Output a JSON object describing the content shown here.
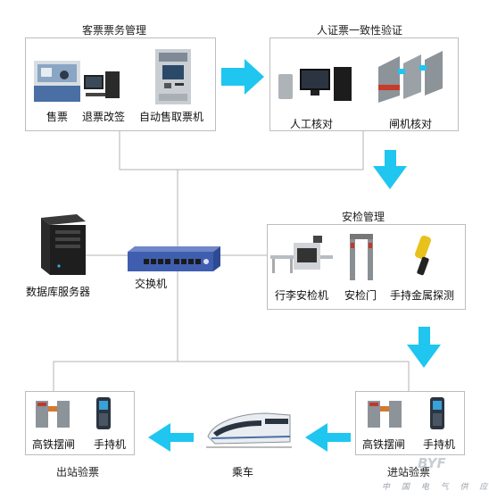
{
  "ticketing": {
    "title": "客票票务管理",
    "labels": [
      "售票",
      "退票改签",
      "自动售取票机"
    ]
  },
  "verification": {
    "title": "人证票一致性验证",
    "labels": [
      "人工核对",
      "闸机核对"
    ]
  },
  "security": {
    "title": "安检管理",
    "labels": [
      "行李安检机",
      "安检门",
      "手持金属探测"
    ]
  },
  "core": {
    "server_label": "数据库服务器",
    "switch_label": "交换机"
  },
  "exit": {
    "caption": "出站验票",
    "labels": [
      "高铁摆闸",
      "手持机"
    ]
  },
  "entry": {
    "caption": "进站验票",
    "labels": [
      "高铁摆闸",
      "手持机"
    ]
  },
  "train": {
    "label": "乘车"
  },
  "watermark": {
    "text": "中 国 电 气 供 应 商",
    "logo": "BYF"
  },
  "colors": {
    "arrow": "#1ec6f0",
    "line": "#b3b3b3",
    "border": "#bdbdbd"
  }
}
